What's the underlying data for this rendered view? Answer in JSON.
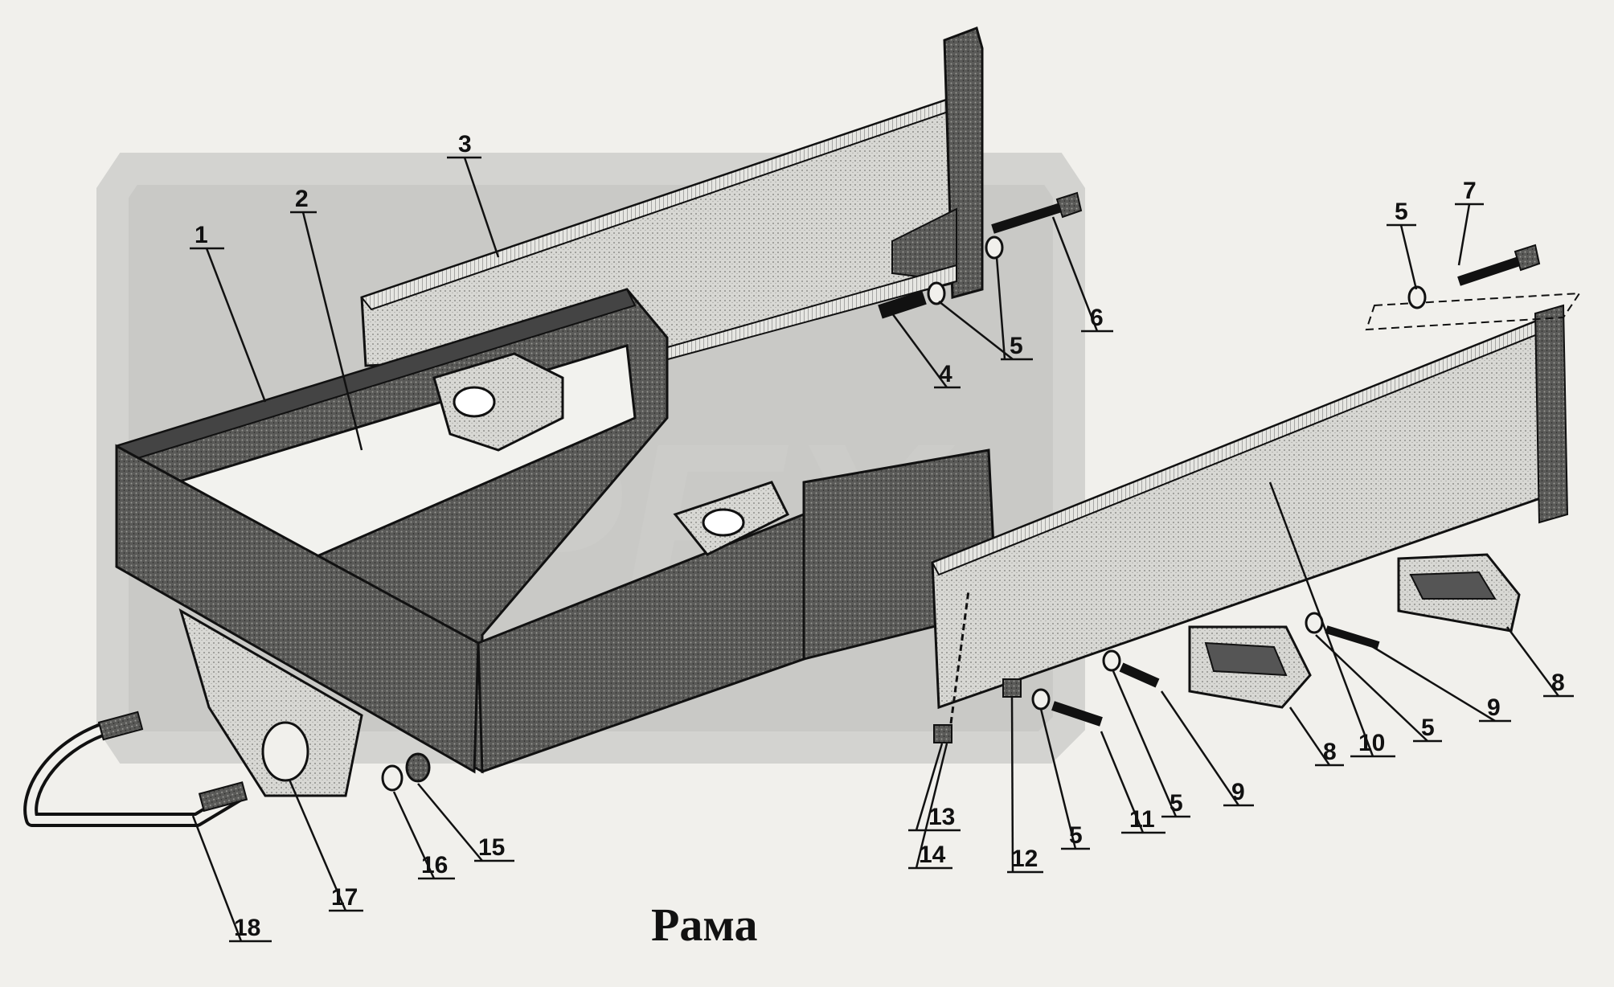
{
  "caption": "Рама",
  "watermark": "OPEX",
  "callouts": [
    {
      "id": "c1",
      "text": "1"
    },
    {
      "id": "c2",
      "text": "2"
    },
    {
      "id": "c3",
      "text": "3"
    },
    {
      "id": "c4",
      "text": "4"
    },
    {
      "id": "c5a",
      "text": "5"
    },
    {
      "id": "c6",
      "text": "6"
    },
    {
      "id": "c5b",
      "text": "5"
    },
    {
      "id": "c7",
      "text": "7"
    },
    {
      "id": "c8a",
      "text": "8"
    },
    {
      "id": "c9a",
      "text": "9"
    },
    {
      "id": "c5c",
      "text": "5"
    },
    {
      "id": "c10",
      "text": "10"
    },
    {
      "id": "c8b",
      "text": "8"
    },
    {
      "id": "c9b",
      "text": "9"
    },
    {
      "id": "c5d",
      "text": "5"
    },
    {
      "id": "c11",
      "text": "11"
    },
    {
      "id": "c5e",
      "text": "5"
    },
    {
      "id": "c12",
      "text": "12"
    },
    {
      "id": "c13",
      "text": "13"
    },
    {
      "id": "c14",
      "text": "14"
    },
    {
      "id": "c15",
      "text": "15"
    },
    {
      "id": "c16",
      "text": "16"
    },
    {
      "id": "c17",
      "text": "17"
    },
    {
      "id": "c18",
      "text": "18"
    }
  ],
  "colors": {
    "background": "#f1f0ec",
    "ink": "#111111",
    "watermark": "#c9c9c6"
  }
}
